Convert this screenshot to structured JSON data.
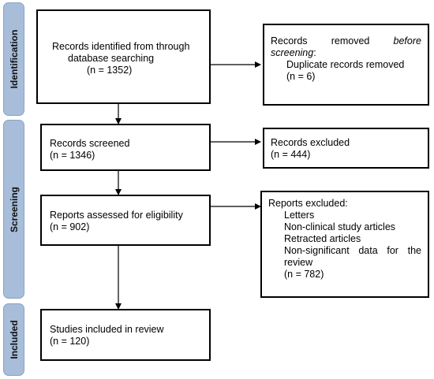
{
  "phases": {
    "identification": "Identification",
    "screening": "Screening",
    "included": "Included"
  },
  "boxes": {
    "identified": {
      "line1": "Records identified from through",
      "line2": "database searching",
      "count": "(n = 1352)"
    },
    "removed": {
      "word1": "Records",
      "word2": "removed",
      "word3": "before",
      "word4": "screening",
      "colon": ":",
      "item": "Duplicate records removed",
      "count": "(n = 6)"
    },
    "screened": {
      "title": "Records screened",
      "count": "(n = 1346)"
    },
    "excluded": {
      "title": "Records excluded",
      "count": "(n = 444)"
    },
    "assessed": {
      "title": "Reports assessed for eligibility",
      "count": "(n = 902)"
    },
    "reports_excluded": {
      "title": "Reports excluded:",
      "items": [
        "Letters",
        "Non-clinical study articles",
        "Retracted articles"
      ],
      "last_line1": "Non-significant data for the",
      "last_line2": "review",
      "count": "(n = 782)"
    },
    "included": {
      "title": "Studies included in review",
      "count": "(n = 120)"
    }
  }
}
